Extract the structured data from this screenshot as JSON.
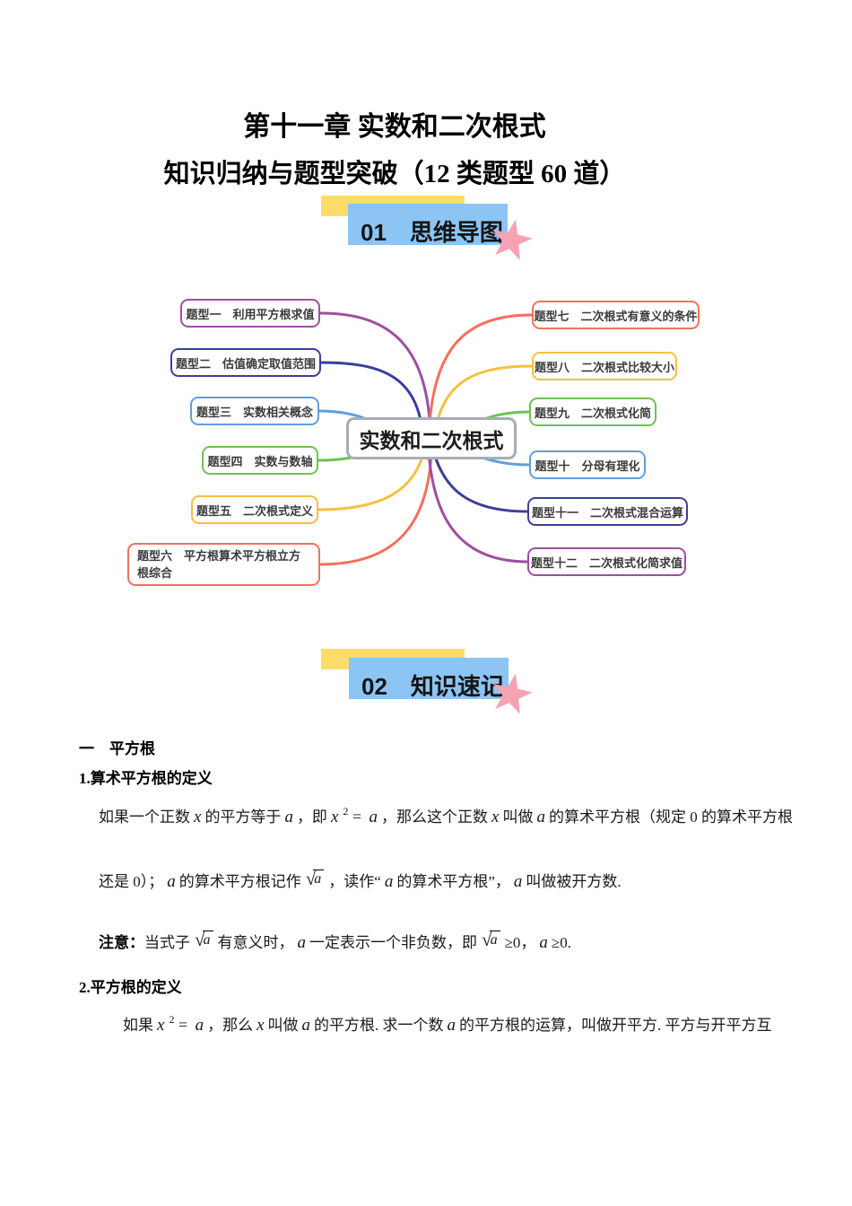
{
  "title": {
    "line1": "第十一章 实数和二次根式",
    "line2": "知识归纳与题型突破（12 类题型 60 道）"
  },
  "banner": {
    "yellow": "#fcdc6a",
    "blue": "#8cc4f4",
    "star_pink": "#f5a3b3"
  },
  "sections": [
    {
      "number": "01",
      "label": "思维导图"
    },
    {
      "number": "02",
      "label": "知识速记"
    }
  ],
  "mindmap": {
    "center_label": "实数和二次根式",
    "palette": {
      "purple": "#9e4f9f",
      "indigo": "#3c3e9c",
      "blue": "#5f9fdc",
      "green": "#6ec253",
      "yellow": "#f6bf3f",
      "red": "#f3705e",
      "center_border": "#a7adb5"
    },
    "nodes": {
      "n1": {
        "label": "题型一　利用平方根求值"
      },
      "n2": {
        "label": "题型二　估值确定取值范围"
      },
      "n3": {
        "label": "题型三　实数相关概念"
      },
      "n4": {
        "label": "题型四　实数与数轴"
      },
      "n5": {
        "label": "题型五　二次根式定义"
      },
      "n6": {
        "label": "题型六　平方根算术平方根立方根综合"
      },
      "n7": {
        "label": "题型七　二次根式有意义的条件"
      },
      "n8": {
        "label": "题型八　二次根式比较大小"
      },
      "n9": {
        "label": "题型九　二次根式化简"
      },
      "n10": {
        "label": "题型十　分母有理化"
      },
      "n11": {
        "label": "题型十一　二次根式混合运算"
      },
      "n12": {
        "label": "题型十二　二次根式化简求值"
      }
    }
  },
  "knowledge": {
    "heading": "一　平方根",
    "sub1": "1.算术平方根的定义",
    "p1": {
      "t1": "如果一个正数",
      "v1": "x",
      "t2": "的平方等于",
      "v2": "a",
      "t3": "，即",
      "v3": "x",
      "sup": "2",
      "eq": " = ",
      "v4": "a",
      "t4": "，那么这个正数",
      "v5": "x",
      "t5": "叫做",
      "v6": "a",
      "t6": "的算术平方根（规定 0 的算术平方根"
    },
    "p2": {
      "t1": "还是 0）；",
      "v1": "a",
      "t2": "的算术平方根记作",
      "rad": "√",
      "rc": "a",
      "t3": "，读作“",
      "v2": "a",
      "t4": "的算术平方根”，",
      "v3": "a",
      "t5": "叫做被开方数."
    },
    "note": {
      "label": "注意：",
      "t1": "当式子",
      "rad1": "√",
      "rc1": "a",
      "t2": "有意义时，",
      "v1": "a",
      "t3": "一定表示一个非负数，即",
      "rad2": "√",
      "rc2": "a",
      "t4": "≥0，",
      "v2": "a",
      "t5": "≥0."
    },
    "sub2": "2.平方根的定义",
    "p3": {
      "t1": "如果",
      "v1": "x",
      "sup": "2",
      "eq": " = ",
      "v2": "a",
      "t2": "，那么",
      "v3": "x",
      "t3": "叫做",
      "v4": "a",
      "t4": "的平方根. 求一个数",
      "v5": "a",
      "t5": "的平方根的运算，叫做开平方. 平方与开平方互"
    }
  }
}
